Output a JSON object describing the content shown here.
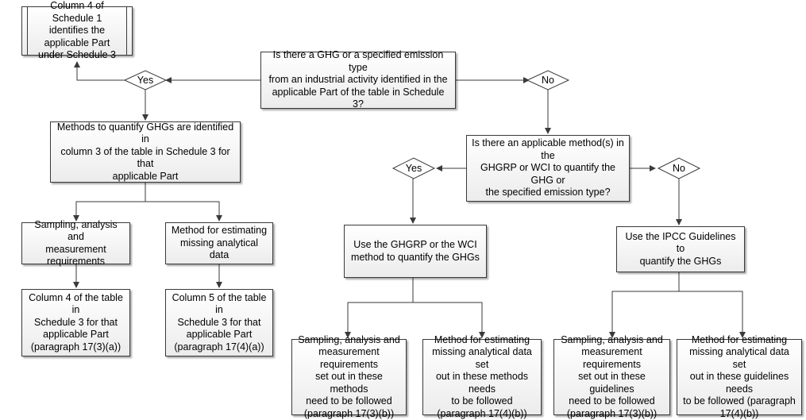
{
  "flowchart": {
    "schedule_box": "Column 4 of Schedule 1\nidentifies the applicable Part\nunder Schedule 3",
    "question_1": "Is there a GHG or a specified emission type\nfrom an industrial activity identified in the\napplicable Part of the table in Schedule 3?",
    "yes_label_1": "Yes",
    "no_label_1": "No",
    "methods_box": "Methods to quantify GHGs are identified in\ncolumn 3 of the table in Schedule 3 for that\napplicable Part",
    "sampling_box_left": "Sampling, analysis and\nmeasurement\nrequirements",
    "missing_box_left": "Method for estimating\nmissing analytical data",
    "column4_box": "Column 4 of the table in\nSchedule 3 for that\napplicable Part\n(paragraph 17(3)(a))",
    "column5_box": "Column 5 of the table in\nSchedule 3 for that\napplicable Part\n(paragraph 17(4)(a))",
    "question_2": "Is there an applicable method(s) in the\nGHGRP or WCI to quantify the GHG or\nthe specified emission type?",
    "yes_label_2": "Yes",
    "no_label_2": "No",
    "ghgrp_box": "Use the GHGRP or the WCI\nmethod to quantify the GHGs",
    "ipcc_box": "Use the IPCC Guidelines to\nquantify the GHGs",
    "sampling_methods_box": "Sampling, analysis and\nmeasurement requirements\nset out in these methods\nneed to be followed\n(paragraph 17(3)(b))",
    "missing_methods_box": "Method for estimating\nmissing analytical data set\nout in these methods needs\nto be followed\n(paragraph 17(4)(b))",
    "sampling_guidelines_box": "Sampling, analysis and\nmeasurement requirements\nset out in these guidelines\nneed to be followed\n(paragraph 17(3)(b))",
    "missing_guidelines_box": "Method for estimating\nmissing analytical data set\nout in these guidelines needs\nto be followed (paragraph\n17(4)(b))"
  }
}
